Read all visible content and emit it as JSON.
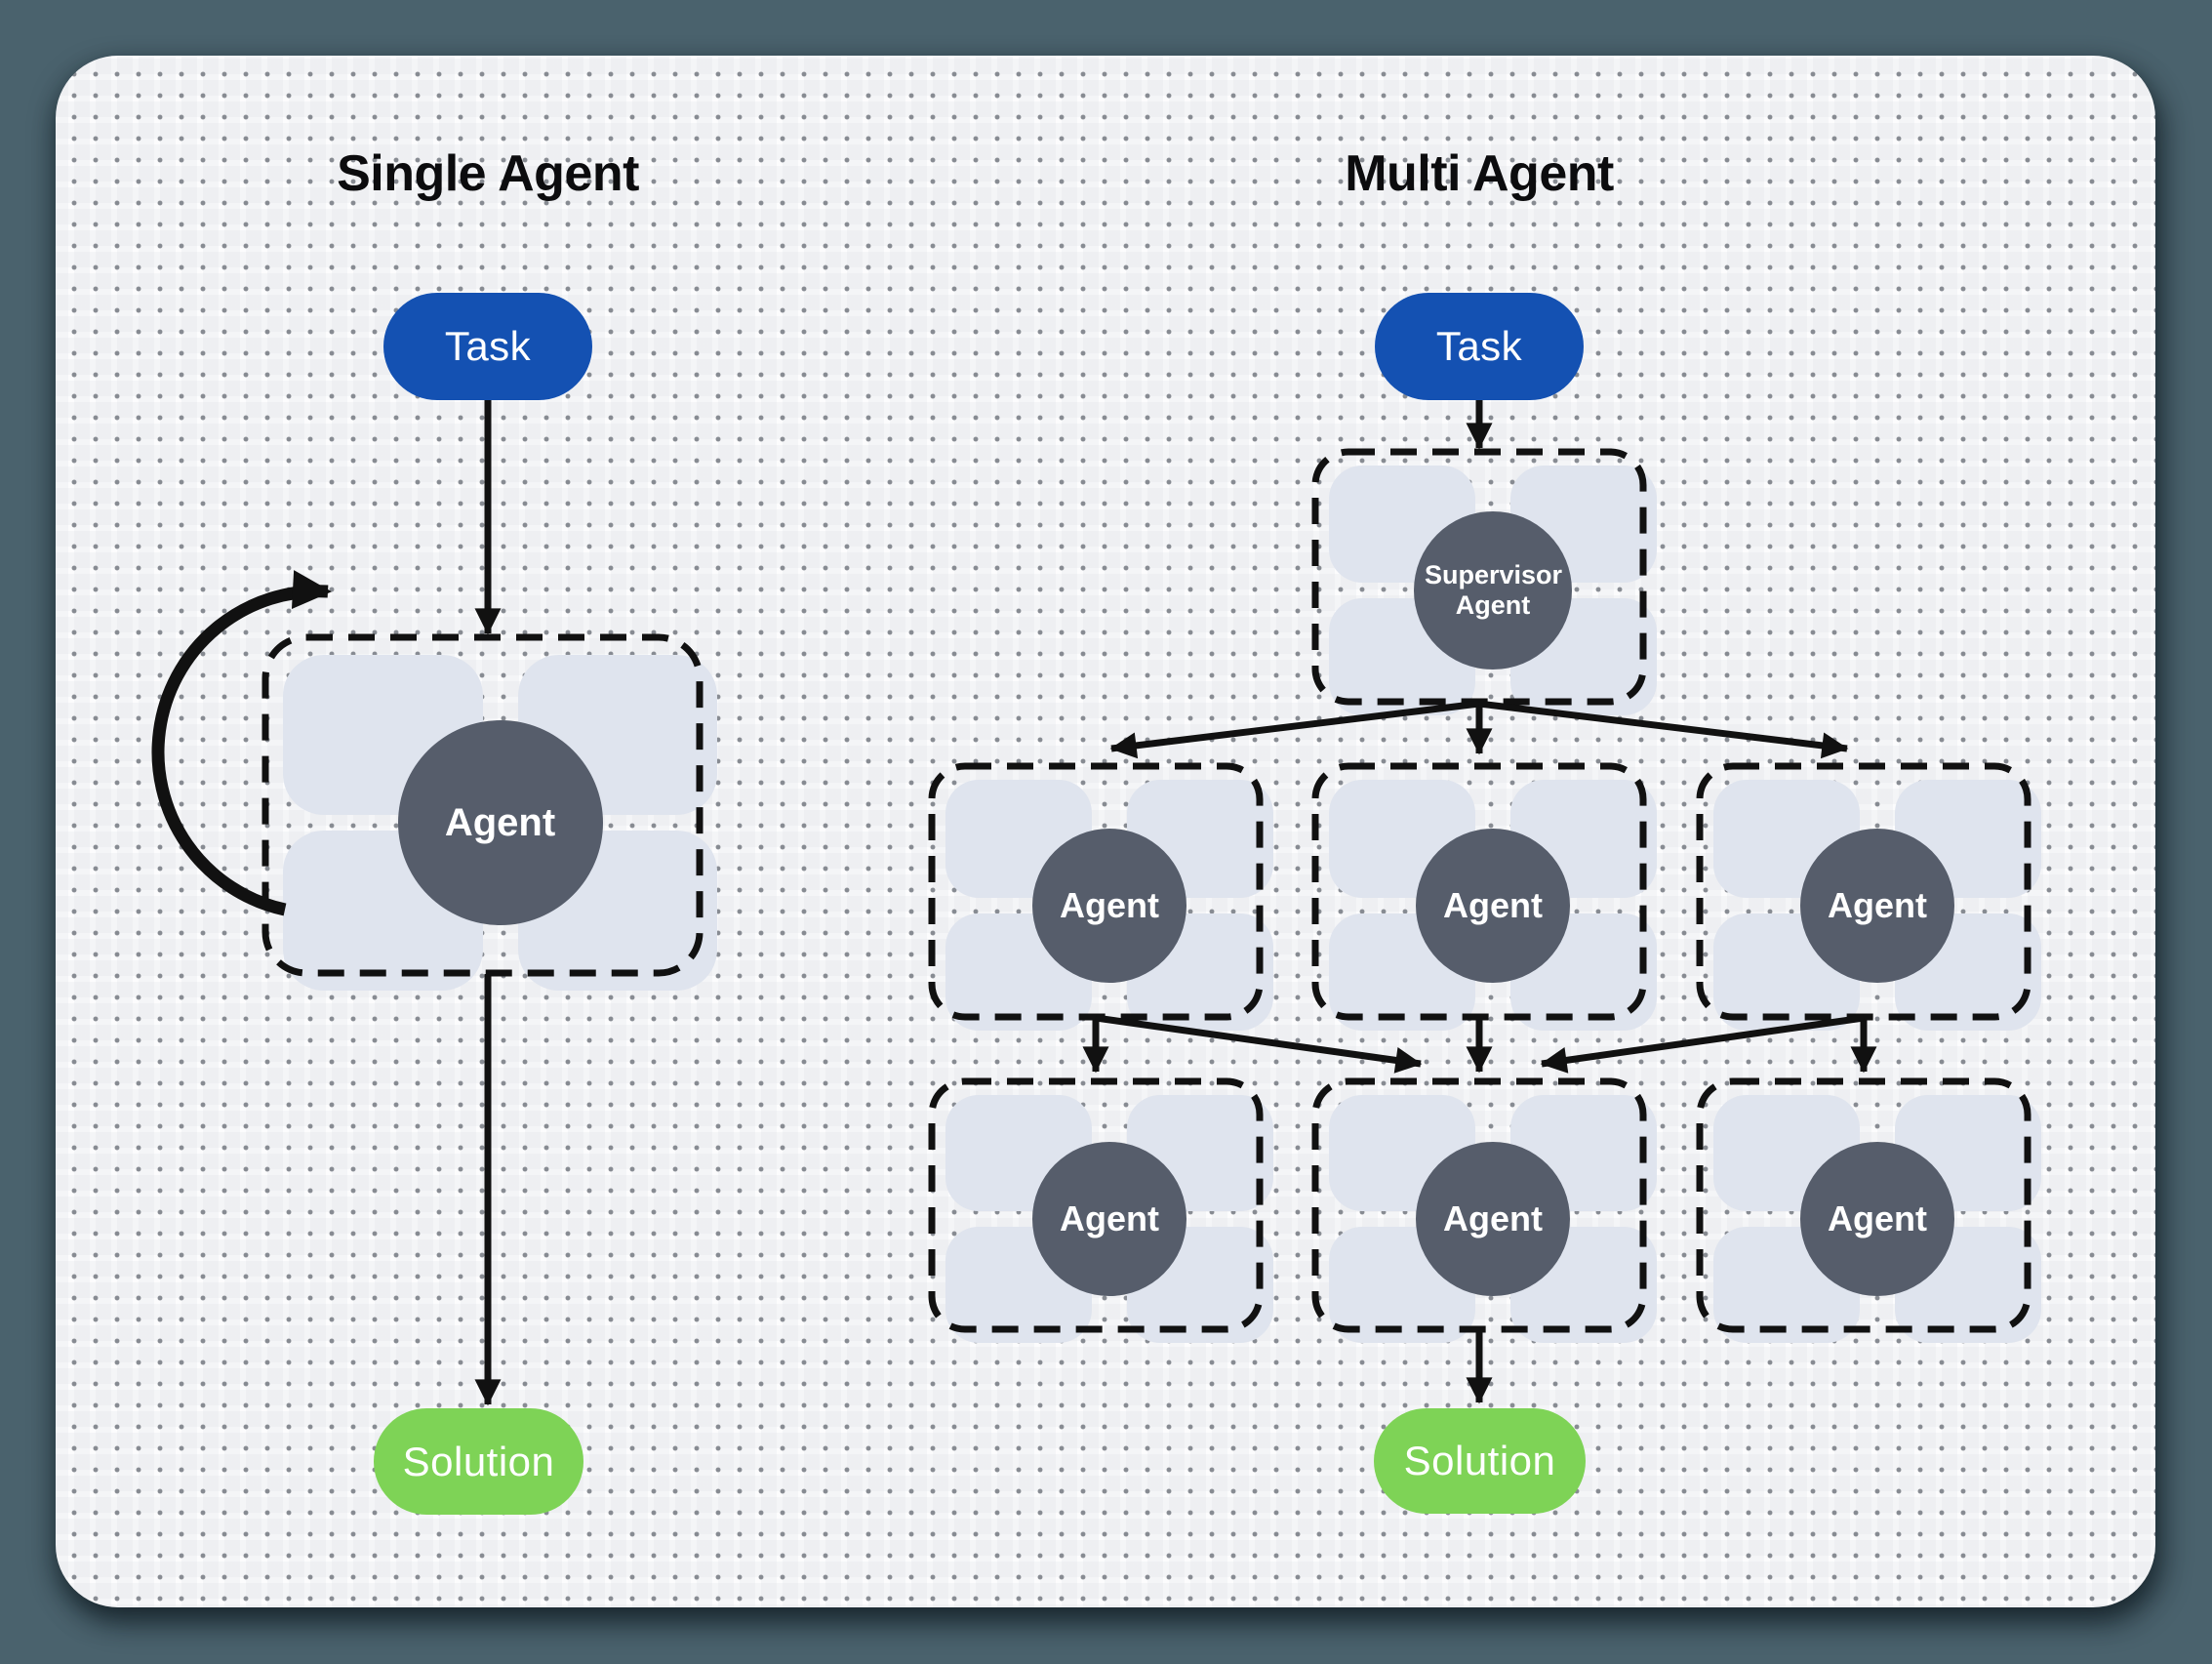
{
  "diagram": {
    "single": {
      "title": "Single Agent",
      "task_label": "Task",
      "agent_label": "Agent",
      "solution_label": "Solution"
    },
    "multi": {
      "title": "Multi Agent",
      "task_label": "Task",
      "supervisor_label": "Supervisor Agent",
      "row1_agents": [
        "Agent",
        "Agent",
        "Agent"
      ],
      "row2_agents": [
        "Agent",
        "Agent",
        "Agent"
      ],
      "solution_label": "Solution"
    }
  },
  "colors": {
    "canvas_bg": "#4a626d",
    "panel_bg": "#fcfcfd",
    "task_fill": "#1451b2",
    "solution_fill": "#7ed356",
    "circle_fill": "#565d6b",
    "chip_fill": "#dfe4ee",
    "stroke": "#111111",
    "title_text": "#0c0c0e",
    "node_text": "#ffffff"
  }
}
